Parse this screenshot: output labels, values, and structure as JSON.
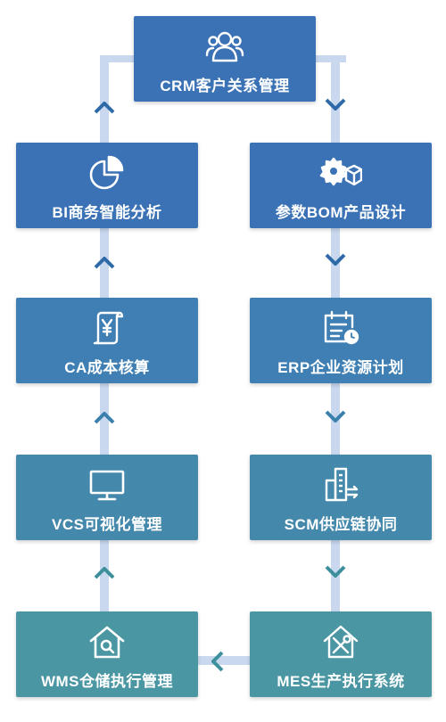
{
  "colors": {
    "track": "#c9d8ee",
    "chevron": "#2f6aa8",
    "chevron_teal": "#3d8f9c"
  },
  "nodes": [
    {
      "id": "crm",
      "label": "CRM客户关系管理",
      "icon": "users-icon",
      "color": "#3a72b5"
    },
    {
      "id": "bom",
      "label": "参数BOM产品设计",
      "icon": "gears-box-icon",
      "color": "#3a72b5"
    },
    {
      "id": "erp",
      "label": "ERP企业资源计划",
      "icon": "calendar-clock-icon",
      "color": "#3f7fb3"
    },
    {
      "id": "scm",
      "label": "SCM供应链协同",
      "icon": "building-arrow-icon",
      "color": "#4488ac"
    },
    {
      "id": "mes",
      "label": "MES生产执行系统",
      "icon": "house-tools-icon",
      "color": "#4a96a3"
    },
    {
      "id": "wms",
      "label": "WMS仓储执行管理",
      "icon": "house-search-icon",
      "color": "#4a96a3"
    },
    {
      "id": "vcs",
      "label": "VCS可视化管理",
      "icon": "monitor-icon",
      "color": "#4488ac"
    },
    {
      "id": "ca",
      "label": "CA成本核算",
      "icon": "yen-scroll-icon",
      "color": "#3f7fb3"
    },
    {
      "id": "bi",
      "label": "BI商务智能分析",
      "icon": "pie-chart-icon",
      "color": "#3a72b5"
    }
  ]
}
